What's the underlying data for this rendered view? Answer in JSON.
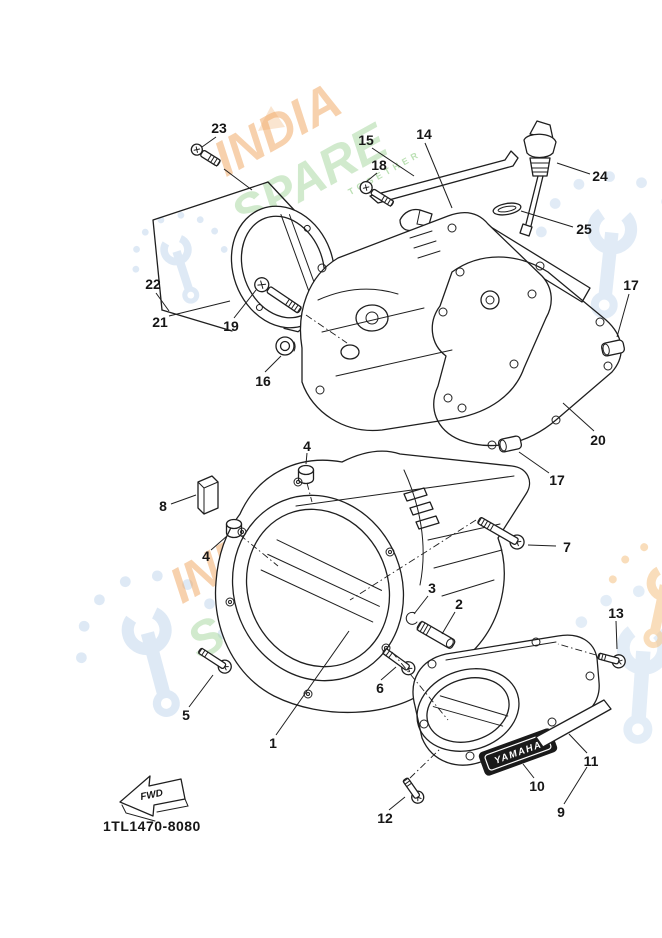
{
  "diagram": {
    "code_label": "1TL1470-8080",
    "fwd_label": "FWD",
    "emblem": "YAMAHA",
    "parts": {
      "n1": "1",
      "n2": "2",
      "n3": "3",
      "n4a": "4",
      "n4b": "4",
      "n5": "5",
      "n6": "6",
      "n7": "7",
      "n8": "8",
      "n9": "9",
      "n10": "10",
      "n11": "11",
      "n12": "12",
      "n13": "13",
      "n14": "14",
      "n15": "15",
      "n16": "16",
      "n17a": "17",
      "n17b": "17",
      "n18": "18",
      "n19": "19",
      "n20": "20",
      "n21": "21",
      "n22": "22",
      "n23": "23",
      "n24": "24",
      "n25": "25"
    }
  },
  "watermark": {
    "word_top": "INDIA",
    "word_bottom": "SPARE",
    "tagline": "TOGETHER",
    "colors": {
      "orange": "#f0a35c",
      "green": "#a4d59b",
      "blue": "#c9dcf0",
      "peach": "#f9e0c8",
      "orange_light": "#f6c88e"
    }
  }
}
